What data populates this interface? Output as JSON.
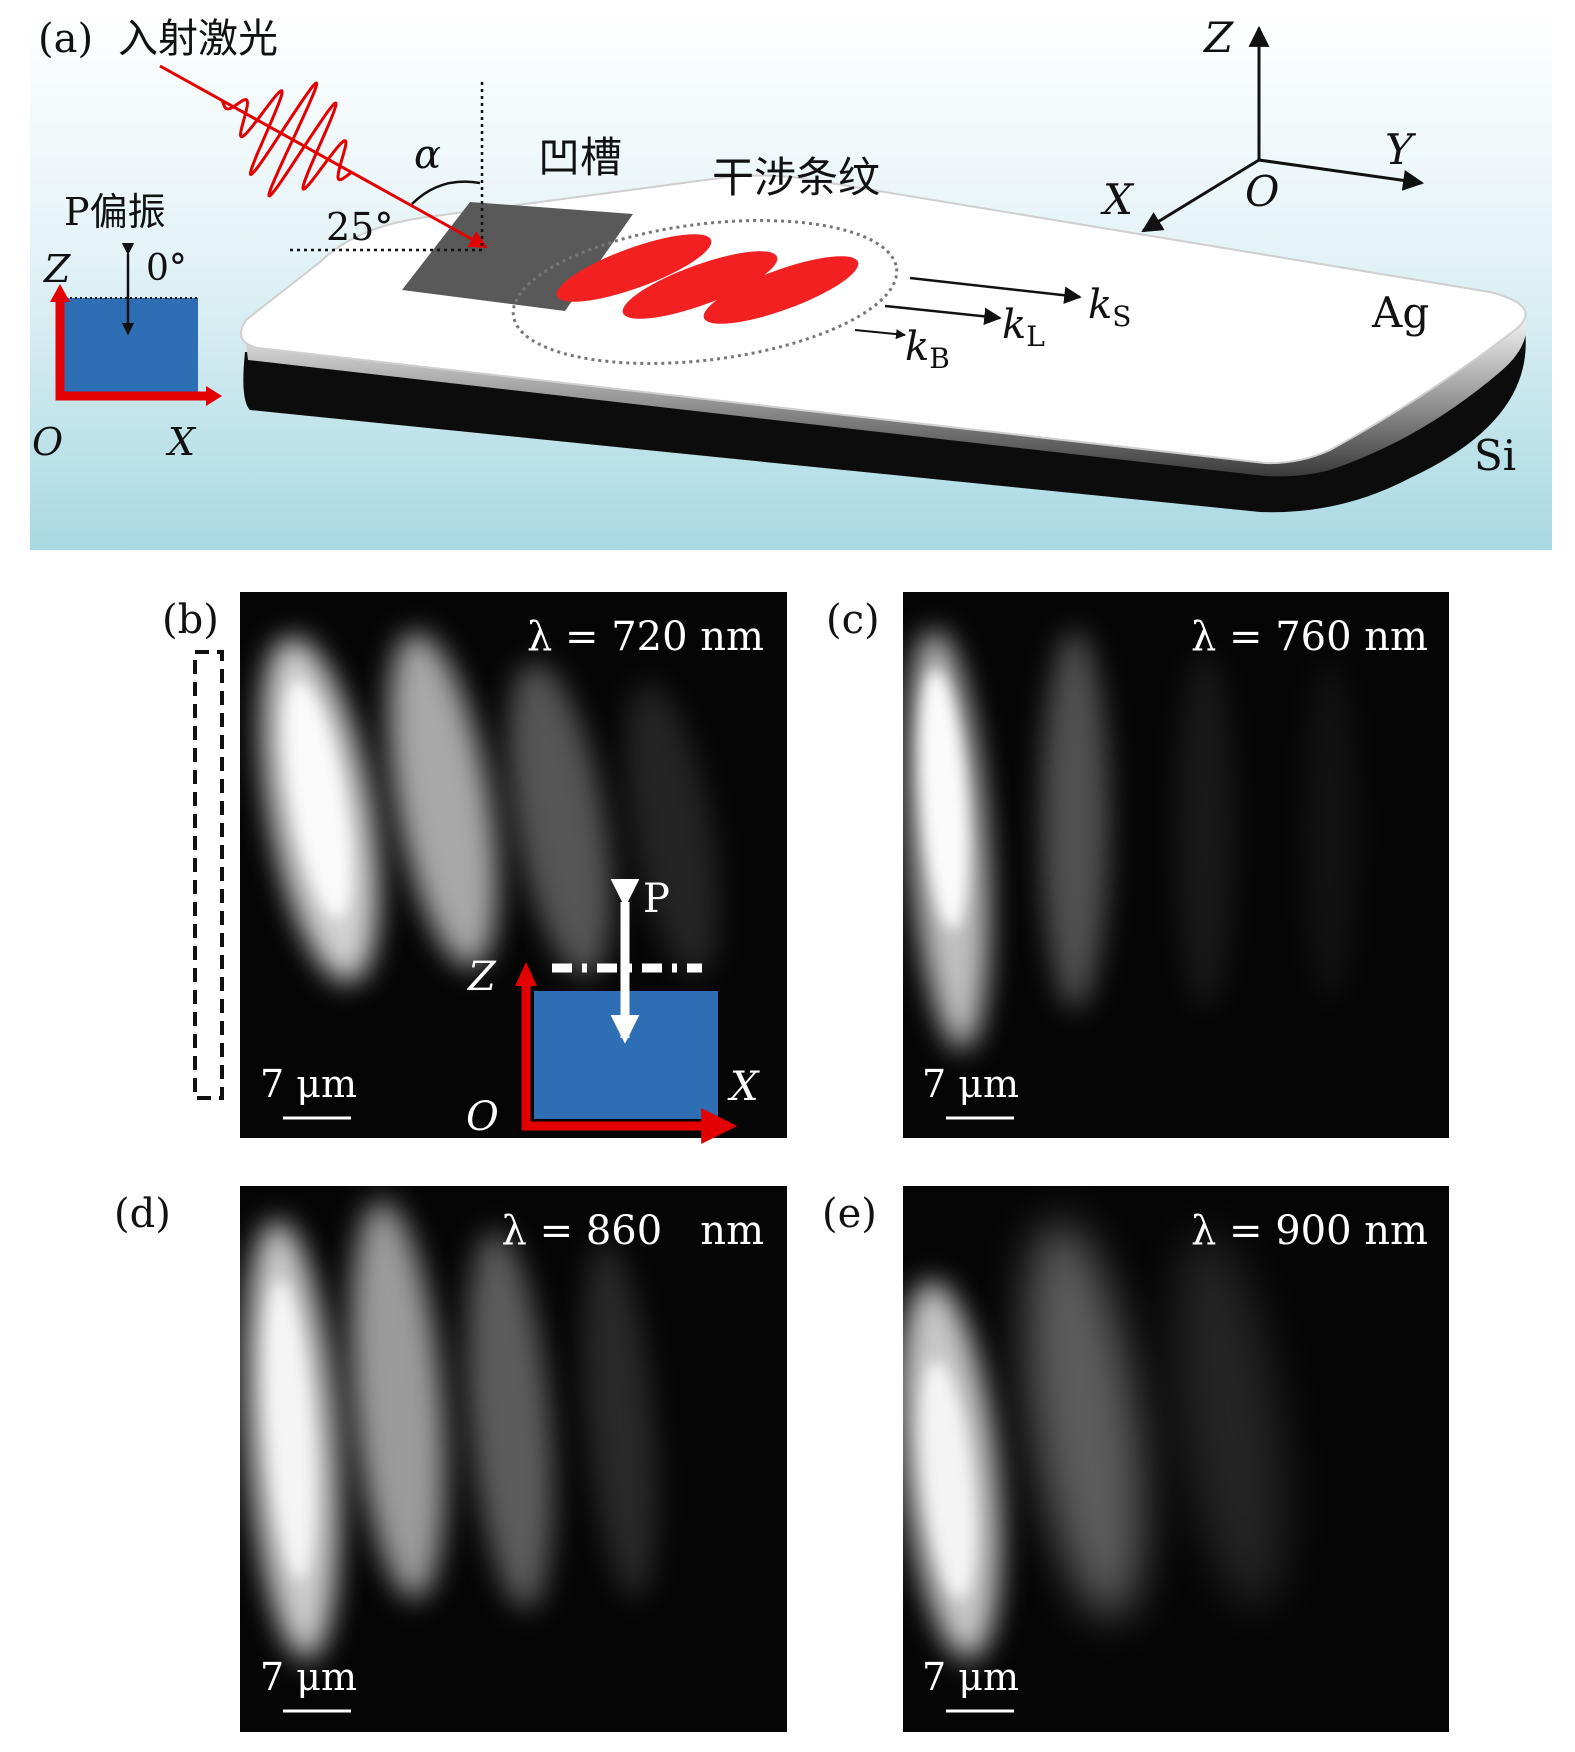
{
  "panel_a": {
    "tag": "(a)",
    "incident_laser": "入射激光",
    "p_polarization": "P偏振",
    "groove": "凹槽",
    "fringes": "干涉条纹",
    "alpha": "α",
    "angle_25": "25°",
    "angle_0": "0°",
    "inset_axes": {
      "z": "Z",
      "o": "O",
      "x": "X"
    },
    "axes3d": {
      "z": "Z",
      "y": "Y",
      "x": "X",
      "o": "O"
    },
    "k_s": "k",
    "k_s_sub": "S",
    "k_l": "k",
    "k_l_sub": "L",
    "k_b": "k",
    "k_b_sub": "B",
    "ag": "Ag",
    "si": "Si"
  },
  "panels": [
    {
      "tag": "(b)",
      "lambda": "λ = 720 nm",
      "scale": "7 μm"
    },
    {
      "tag": "(c)",
      "lambda": "λ = 760 nm",
      "scale": "7 μm"
    },
    {
      "tag": "(d)",
      "lambda": "λ = 860   nm",
      "scale": "7 μm"
    },
    {
      "tag": "(e)",
      "lambda": "λ = 900 nm",
      "scale": "7 μm"
    }
  ],
  "panel_b_inset": {
    "p": "P",
    "z": "Z",
    "o": "O",
    "x": "X"
  }
}
